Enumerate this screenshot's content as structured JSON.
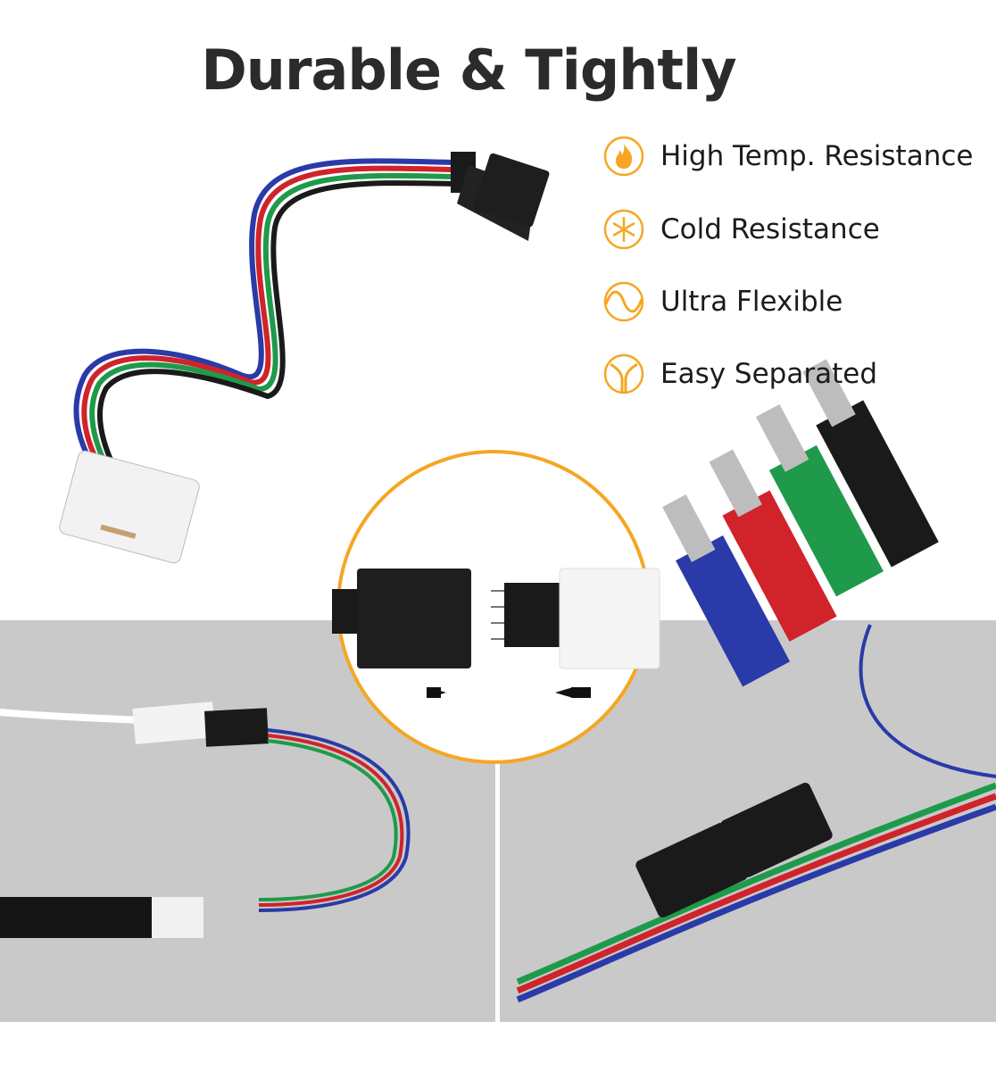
{
  "title": "Durable & Tightly",
  "accent_color": "#f5a623",
  "features": [
    {
      "icon": "flame-icon",
      "label": "High Temp. Resistance"
    },
    {
      "icon": "snowflake-icon",
      "label": "Cold Resistance"
    },
    {
      "icon": "wave-icon",
      "label": "Ultra Flexible"
    },
    {
      "icon": "split-y-icon",
      "label": "Easy Separated"
    }
  ],
  "wire_colors": [
    "#2a3aa8",
    "#d0232a",
    "#1f9a4a",
    "#1a1a1a"
  ]
}
